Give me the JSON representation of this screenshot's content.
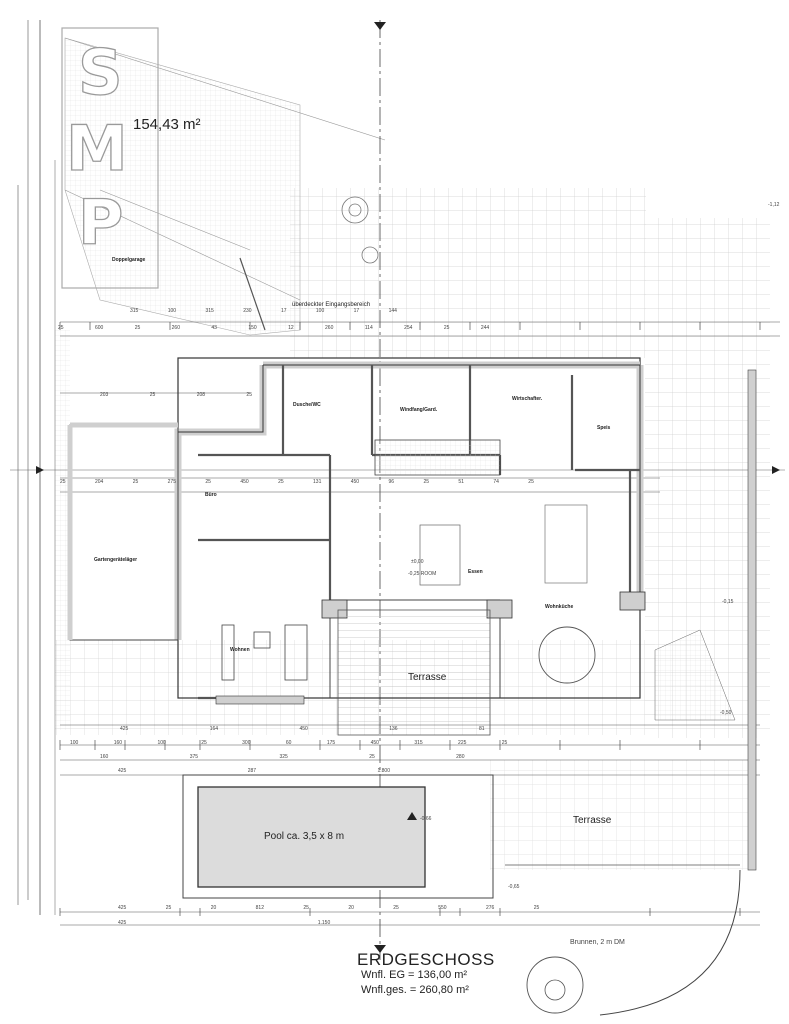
{
  "drawing": {
    "title": "ERDGESCHOSS",
    "wnfl_eg": "Wnfl. EG = 136,00 m²",
    "wnfl_ges": "Wnfl.ges. = 260,80 m²",
    "site_area": "154,43 m²",
    "logo_letters": [
      "S",
      "M",
      "P"
    ]
  },
  "rooms": {
    "terrace_center": "Terrasse",
    "terrace_right": "Terrasse",
    "pool": "Pool ca. 3,5 x 8 m",
    "entrance": "überdeckter Eingangsbereich",
    "carport": "Doppelgarage",
    "storage": "Gartengeräteläger",
    "office": "Büro",
    "living": "Wohnen",
    "dining": "Essen",
    "kitchen": "Wohnküche",
    "cloakroom": "Windfang/Gard.",
    "utility": "Wirtschafter.",
    "wc": "Dusche/WC",
    "pantry": "Speis"
  },
  "annotations": {
    "fountain": "Brunnen, 2 m DM",
    "level_center": "-0,25 ROOM",
    "level_zero": "±0,00",
    "level_pool": "-0,66",
    "level_right": "-0,15",
    "level_right2": "-0,50",
    "level_pool_low": "-0,65",
    "level_top": "-1,12"
  },
  "dimensions": {
    "row1": [
      "315",
      "100",
      "315",
      "230",
      "17",
      "100",
      "17",
      "144"
    ],
    "row2": [
      "25",
      "600",
      "25",
      "260",
      "43",
      "150",
      "12",
      "260",
      "114",
      "254",
      "25",
      "244"
    ],
    "row3": [
      "203",
      "25",
      "208",
      "25"
    ],
    "row4": [
      "25",
      "204",
      "25",
      "275",
      "25",
      "450",
      "25",
      "131",
      "450",
      "96",
      "25",
      "51",
      "74",
      "25"
    ],
    "row5": [
      "425",
      "164",
      "450",
      "136",
      "81"
    ],
    "row6": [
      "100",
      "160",
      "100",
      "25",
      "300",
      "60",
      "175",
      "450",
      "315",
      "225",
      "25"
    ],
    "row7": [
      "160",
      "375",
      "325",
      "25",
      "280"
    ],
    "row8": [
      "425",
      "287",
      "1.800"
    ],
    "row9": [
      "425",
      "25",
      "20",
      "812",
      "25",
      "20",
      "25",
      "550",
      "276",
      "25"
    ],
    "row10": [
      "425",
      "1.150"
    ]
  },
  "colors": {
    "line": "#3a3a3a",
    "hatch": "#c6c6c6",
    "wall": "#cfcfcf",
    "pool": "#dcdcdc"
  }
}
